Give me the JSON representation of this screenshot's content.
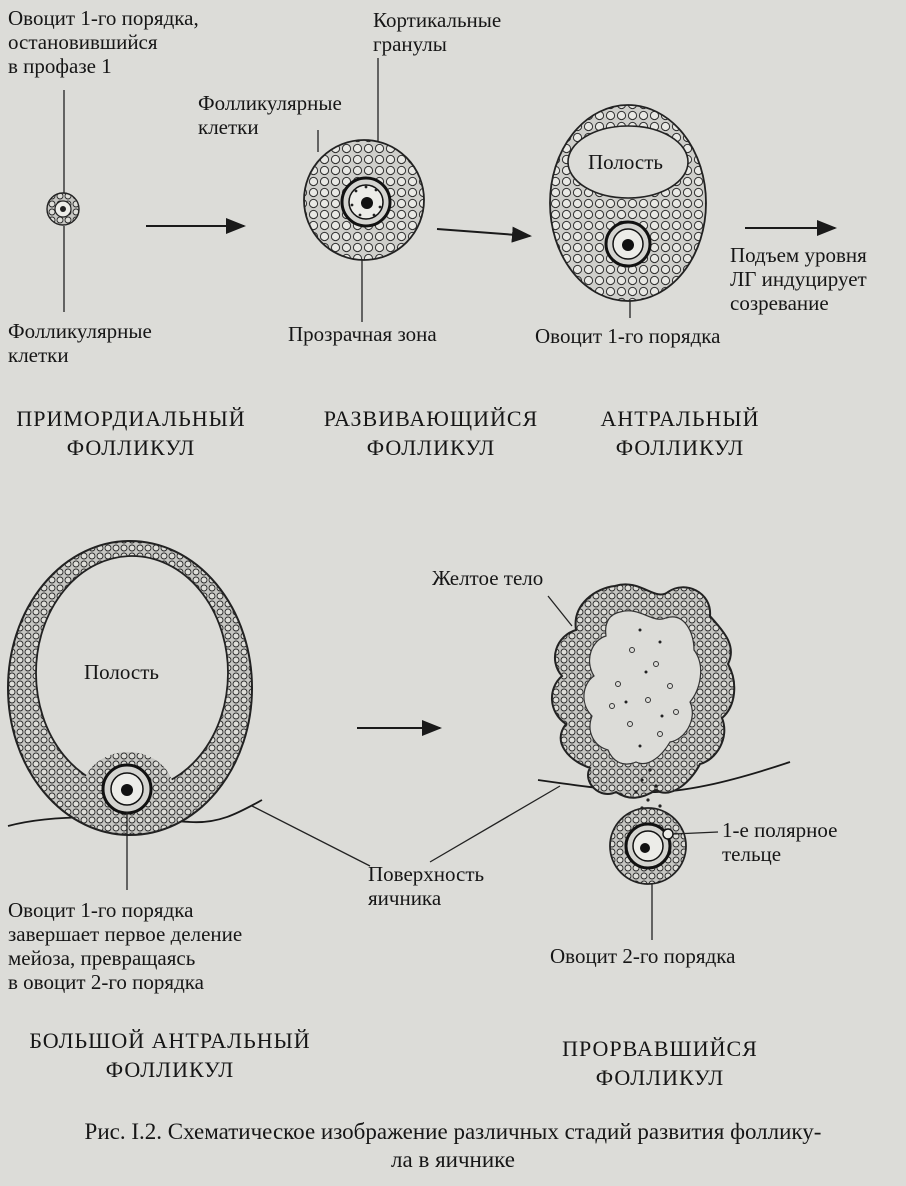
{
  "labels": {
    "oocyte_prophase": "Овоцит 1-го порядка,\nостановившийся\nв профазе 1",
    "cortical_granules": "Кортикальные\nгранулы",
    "follicular_cells_top": "Фолликулярные\nклетки",
    "follicular_cells_bottom": "Фолликулярные\nклетки",
    "cavity_1": "Полость",
    "cavity_2": "Полость",
    "lh_surge": "Подъем уровня\nЛГ индуцирует\nсозревание",
    "zona_pellucida": "Прозрачная зона",
    "oocyte_1st_order": "Овоцит 1-го порядка",
    "corpus_luteum": "Желтое тело",
    "polar_body": "1-е полярное\nтельце",
    "ovary_surface": "Поверхность\nяичника",
    "oocyte_meiosis": "Овоцит 1-го порядка\nзавершает первое деление\nмейоза, превращаясь\nв овоцит 2-го порядка",
    "oocyte_2nd_order": "Овоцит 2-го порядка"
  },
  "stages": {
    "primordial": "ПРИМОРДИАЛЬНЫЙ\nФОЛЛИКУЛ",
    "developing": "РАЗВИВАЮЩИЙСЯ\nФОЛЛИКУЛ",
    "antral": "АНТРАЛЬНЫЙ\nФОЛЛИКУЛ",
    "large_antral": "БОЛЬШОЙ АНТРАЛЬНЫЙ\nФОЛЛИКУЛ",
    "ruptured": "ПРОРВАВШИЙСЯ\nФОЛЛИКУЛ"
  },
  "caption": {
    "line1": "Рис. I.2. Схематическое изображение различных стадий развития фоллику-",
    "line2": "ла в яичнике"
  }
}
